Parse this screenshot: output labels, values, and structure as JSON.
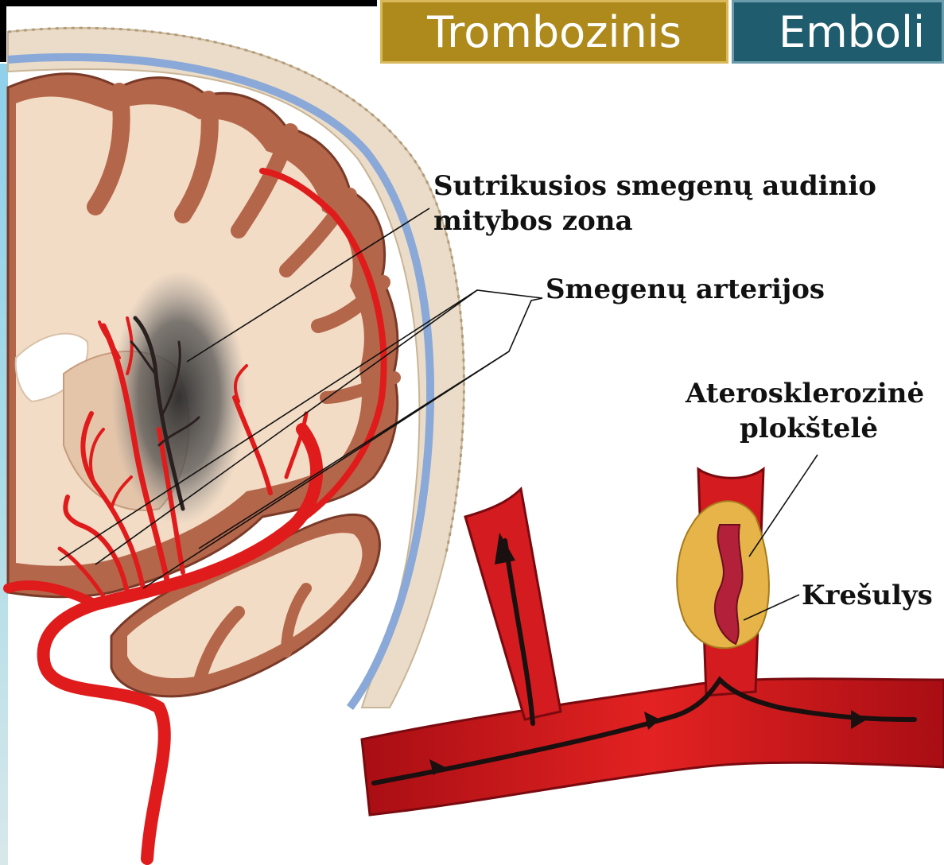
{
  "tabs": [
    {
      "label": "Trombozinis",
      "color": "#ae8a1c"
    },
    {
      "label": "Emboli",
      "color": "#1f5c6e"
    }
  ],
  "labels": {
    "zone_line1": "Sutrikusios smegenų audinio",
    "zone_line2": "mitybos zona",
    "arteries": "Smegenų arterijos",
    "plaque_line1": "Aterosklerozinė",
    "plaque_line2": "plokštelė",
    "clot": "Krešulys"
  },
  "colors": {
    "artery": "#e01b1b",
    "brain_outer": "#b4664a",
    "brain_inner": "#f2dcc6",
    "skull": "#eadcc8",
    "meninges": "#8aa8d8",
    "plaque": "#e6b448",
    "clot": "#b3203a",
    "ischemic_zone": "#3a3a3a"
  }
}
